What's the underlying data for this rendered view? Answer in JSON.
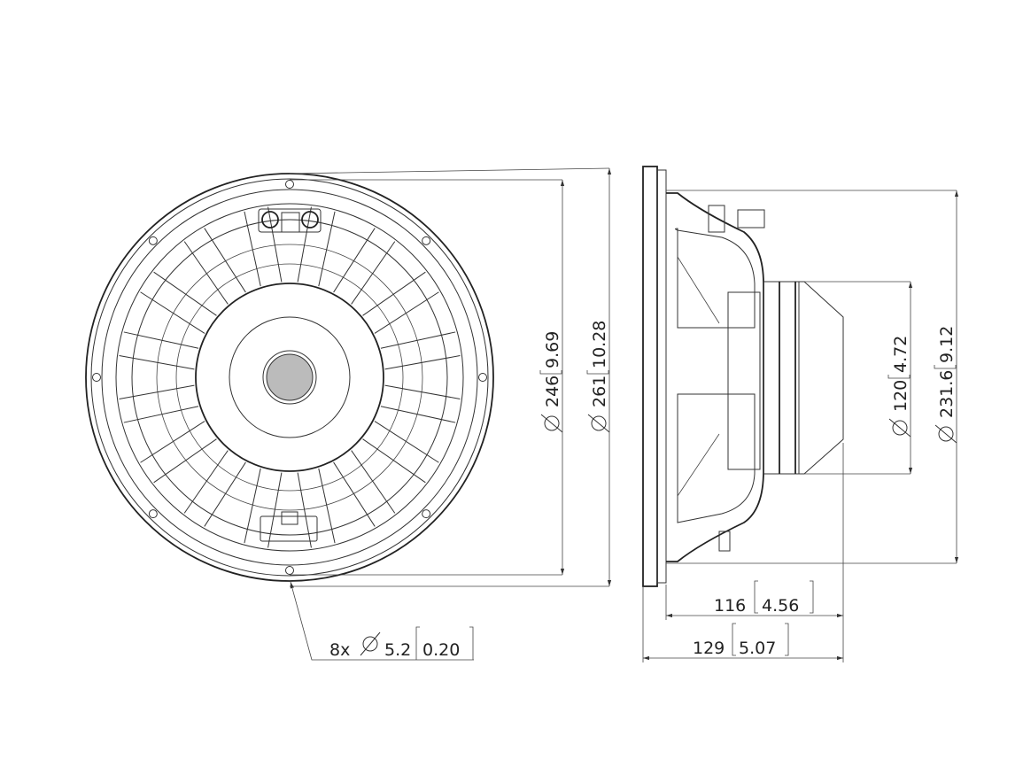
{
  "dimensions": {
    "front_inner_dia": {
      "mm": "246",
      "inch": "9.69",
      "diameter": true
    },
    "front_outer_dia": {
      "mm": "261",
      "inch": "10.28",
      "diameter": true
    },
    "magnet_dia": {
      "mm": "120",
      "inch": "4.72",
      "diameter": true
    },
    "basket_dia": {
      "mm": "231.6",
      "inch": "9.12",
      "diameter": true
    },
    "depth_from_mount": {
      "mm": "116",
      "inch": "4.56"
    },
    "total_depth": {
      "mm": "129",
      "inch": "5.07"
    },
    "mount_holes": {
      "count": "8x",
      "mm": "5.2",
      "inch": "0.20",
      "diameter": true
    }
  },
  "colors": {
    "line": "#333333",
    "background": "#ffffff"
  }
}
